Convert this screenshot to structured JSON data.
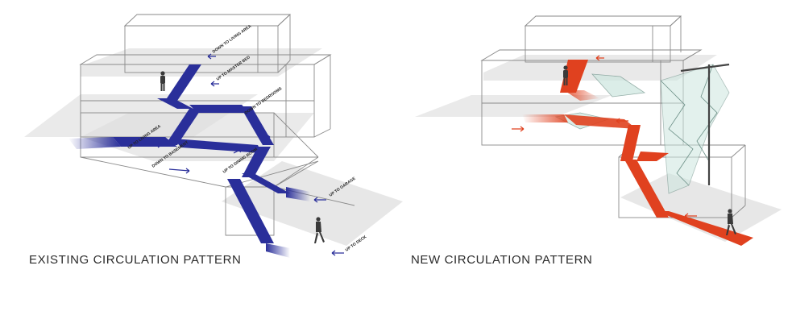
{
  "panels": {
    "existing": {
      "title": "EXISTING CIRCULATION PATTERN",
      "path_color": "#2a2f9a",
      "labels": {
        "down_living": "DOWN TO LIVING AREA",
        "up_master": "UP TO MASTER BED",
        "down_bedrooms": "DOWN TO BEDROOMS",
        "up_living": "UP TO LIVING AREA",
        "down_basement": "DOWN TO BASEMENT",
        "up_dining": "UP TO DINING ROOM",
        "up_garage": "UP TO GARAGE",
        "up_deck": "UP TO DECK"
      }
    },
    "new": {
      "title": "NEW CIRCULATION PATTERN",
      "path_color": "#e0411f"
    }
  }
}
